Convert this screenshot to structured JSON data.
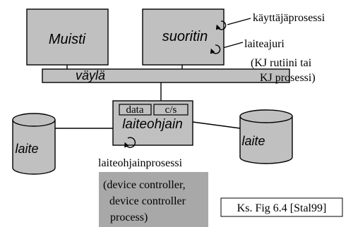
{
  "diagram": {
    "memory_label": "Muisti",
    "cpu_label": "suoritin",
    "bus_label": "väylä",
    "controller_label": "laiteohjain",
    "register_data": "data",
    "register_cs": "c/s",
    "device_left_label": "laite",
    "device_right_label": "laite",
    "user_process_label": "käyttäjäprosessi",
    "driver_label": "laiteajuri",
    "driver_note_line1": "(KJ rutiini tai",
    "driver_note_line2": "KJ prosessi)",
    "controller_process_label": "laiteohjainprosessi",
    "controller_note_line1": "(device controller,",
    "controller_note_line2": "device controller",
    "controller_note_line3": "process)",
    "reference": "Ks. Fig 6.4 [Stal99]"
  },
  "colors": {
    "box_fill": "#c0c0c0",
    "note_fill": "#a8a8a8",
    "stroke": "#000000"
  },
  "icons": [
    "circular-arrow-icon"
  ]
}
